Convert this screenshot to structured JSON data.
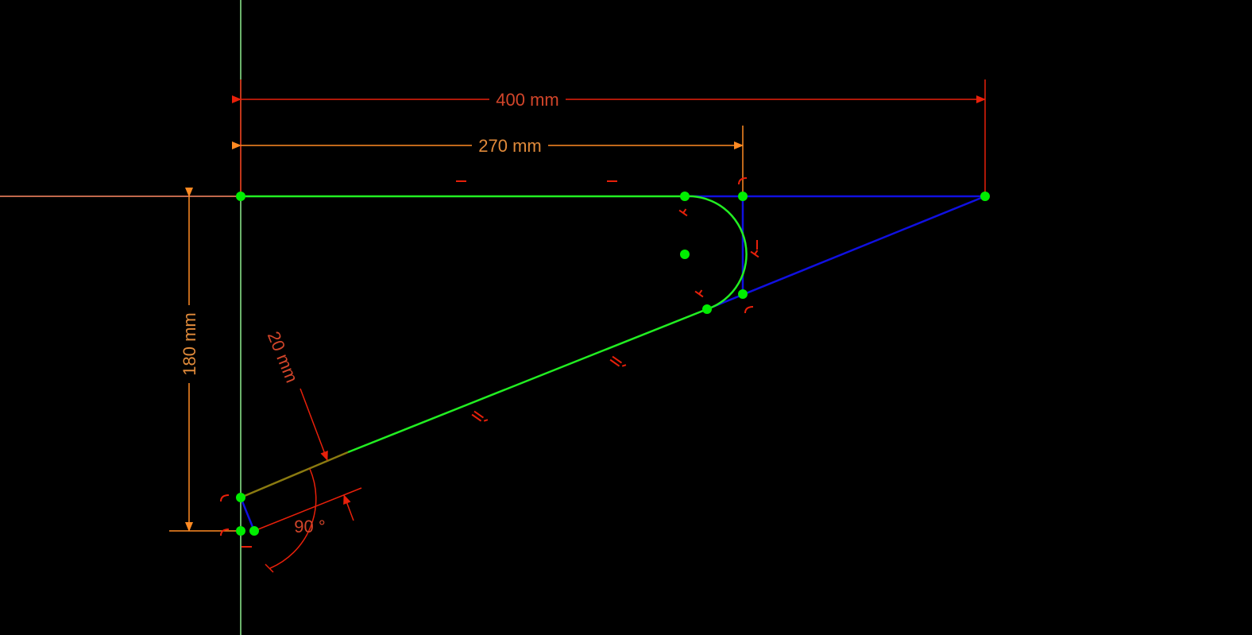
{
  "colors": {
    "background": "#000000",
    "geometry": "#22ee22",
    "construction": "#1010e0",
    "dimension_red": "#e8200a",
    "dimension_orange": "#ff8a22",
    "dimension_text_red": "#d2452a",
    "dimension_text_orange": "#e08a3a",
    "axis_vertical": "#90ee90",
    "axis_horizontal": "#ff8a65",
    "vertex": "#00ee00"
  },
  "dimensions": {
    "width_total": "400 mm",
    "width_arc": "270 mm",
    "height": "180 mm",
    "offset": "20 mm",
    "angle": "90 °"
  },
  "constraint_icons": {
    "horizontal": "horizontal-constraint-icon",
    "vertical": "vertical-constraint-icon",
    "tangent": "tangent-constraint-icon",
    "parallel": "parallel-constraint-icon",
    "coincident": "coincident-constraint-icon"
  }
}
